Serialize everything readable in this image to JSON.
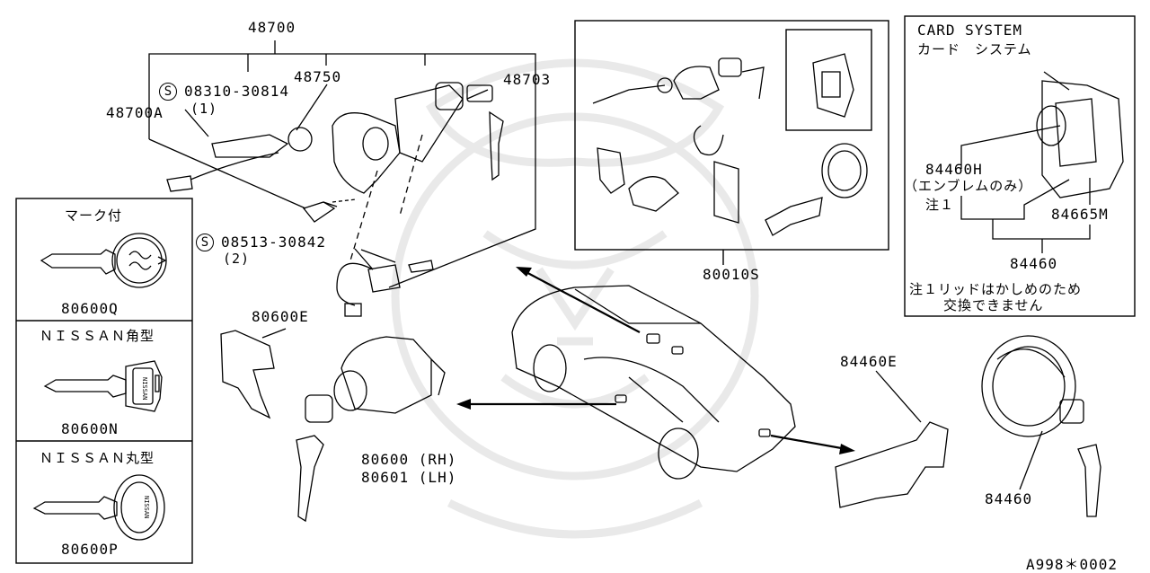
{
  "labels": {
    "p48700": "48700",
    "p48750": "48750",
    "p48703": "48703",
    "s08310": "08310-30814",
    "s08310_qty": "(1)",
    "p48700a": "48700A",
    "s08513": "08513-30842",
    "s08513_qty": "(2)",
    "p80600e": "80600E",
    "p80600rh": "80600 (RH)",
    "p80601lh": "80601 (LH)",
    "p80010s": "80010S",
    "p84460e": "84460E",
    "p84460_main": "84460",
    "s_symbol": "S"
  },
  "card_system": {
    "title_en": "CARD SYSTEM",
    "title_jp": "カード　システム",
    "p84460h": "84460H",
    "p84460h_note": "（エンブレムのみ）",
    "note_ref": "注１",
    "p84665m": "84665M",
    "p84460": "84460",
    "footnote_line1": "注１リッドはかしめのため",
    "footnote_line2": "交換できません"
  },
  "key_variants": [
    {
      "title": "マーク付",
      "part": "80600Q"
    },
    {
      "title": "ＮＩＳＳＡＮ角型",
      "part": "80600N"
    },
    {
      "title": "ＮＩＳＳＡＮ丸型",
      "part": "80600P"
    }
  ],
  "key_head_text": "NISSAN",
  "footer_code": "A998＊0002"
}
